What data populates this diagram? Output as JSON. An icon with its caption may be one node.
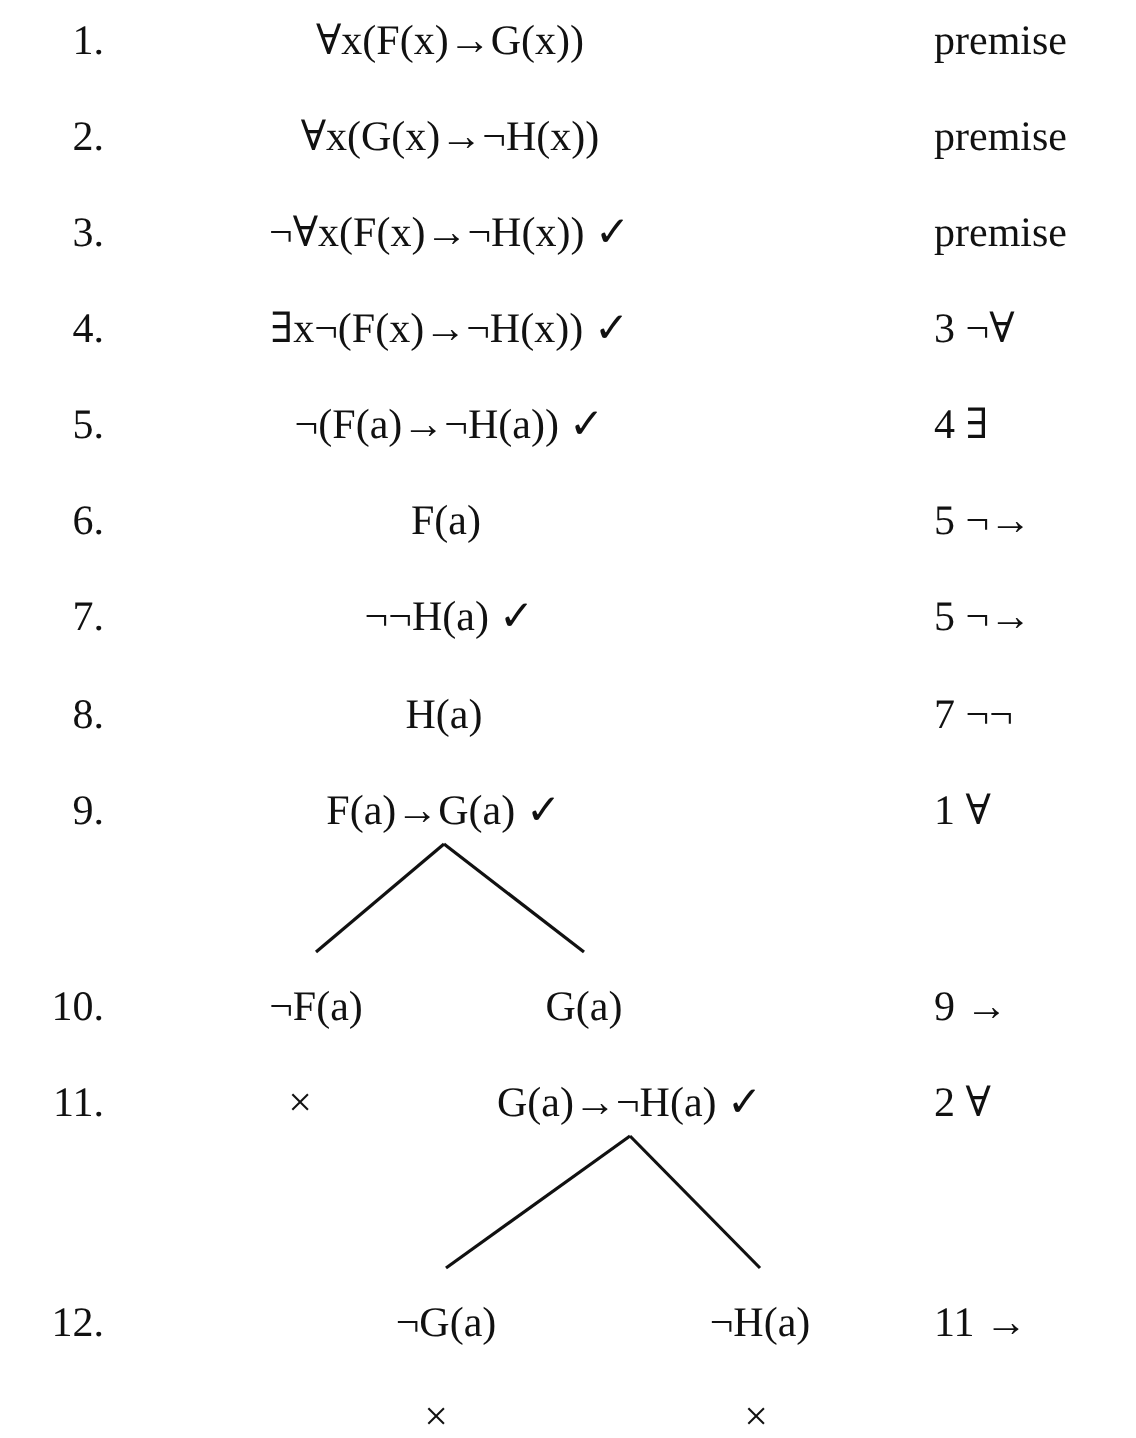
{
  "diagram": {
    "nodes": [
      {
        "text": [
          "∀x(F(x)→G(x))"
        ]
      },
      {
        "text": [
          "∀x(G(x)→¬H(x))"
        ]
      },
      {
        "text": [
          "¬∀x(F(x)→¬H(x)) ✓"
        ]
      },
      {
        "text": [
          "∃x¬(F(x)→¬H(x)) ✓"
        ]
      },
      {
        "text": [
          "¬(F(a)→¬H(a)) ✓"
        ]
      },
      {
        "text": [
          "F(a)"
        ]
      },
      {
        "text": [
          "¬¬H(a) ✓"
        ]
      },
      {
        "text": [
          "H(a)"
        ]
      },
      {
        "text": [
          "F(a)→G(a) ✓"
        ]
      },
      {
        "text": [
          "¬F(a)"
        ]
      },
      {
        "text": [
          "G(a)"
        ]
      },
      {
        "text": [
          "G(a)→¬H(a) ✓"
        ]
      },
      {
        "text": [
          "¬G(a)"
        ]
      },
      {
        "text": [
          "¬H(a)"
        ]
      }
    ],
    "edges": [
      {
        "from": 8,
        "to": 9,
        "arrow": "none"
      },
      {
        "from": 8,
        "to": 10,
        "arrow": "none"
      },
      {
        "from": 11,
        "to": 12,
        "arrow": "none"
      },
      {
        "from": 11,
        "to": 13,
        "arrow": "none"
      }
    ],
    "labels": [
      "1.",
      "premise",
      "2.",
      "premise",
      "3.",
      "premise",
      "4.",
      "3 ¬∀",
      "5.",
      "4 ∃",
      "6.",
      "5 ¬→",
      "7.",
      "5 ¬→",
      "8.",
      "7 ¬¬",
      "9.",
      "1 ∀",
      "10.",
      "9 →",
      "11.",
      "×",
      "2 ∀",
      "12.",
      "11 →",
      "×",
      "×"
    ]
  }
}
